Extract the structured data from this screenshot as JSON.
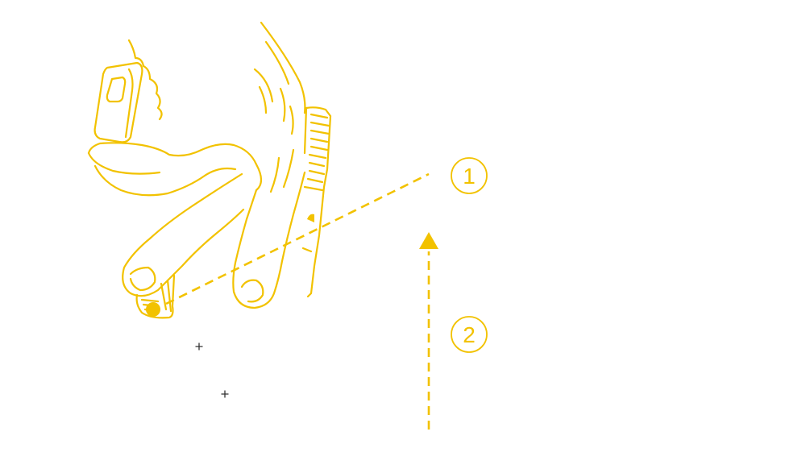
{
  "colors": {
    "accent": "#F2C200",
    "background": "#FFFFFF",
    "sparkle": "#333333"
  },
  "steps": [
    {
      "number": "1",
      "icon": "dashed-pointer-line"
    },
    {
      "number": "2",
      "icon": "dashed-up-arrow"
    }
  ],
  "illustration": {
    "icon": "hand-holding-ring-scanner-and-pen-icon"
  }
}
